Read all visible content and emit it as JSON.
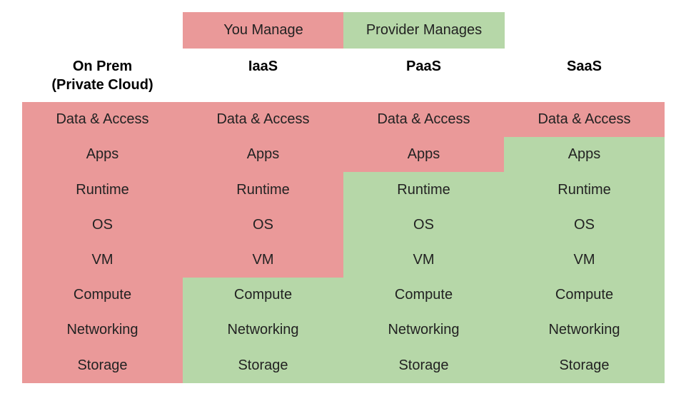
{
  "legend": {
    "you_manage": "You Manage",
    "provider_manages": "Provider Manages"
  },
  "colors": {
    "you_manage": "#ea9999",
    "provider_manages": "#b6d7a8"
  },
  "columns": [
    {
      "line1": "On Prem",
      "line2": "(Private Cloud)",
      "you_manage_layers": 8
    },
    {
      "line1": "IaaS",
      "line2": "",
      "you_manage_layers": 5
    },
    {
      "line1": "PaaS",
      "line2": "",
      "you_manage_layers": 2
    },
    {
      "line1": "SaaS",
      "line2": "",
      "you_manage_layers": 1
    }
  ],
  "layers": [
    "Data & Access",
    "Apps",
    "Runtime",
    "OS",
    "VM",
    "Compute",
    "Networking",
    "Storage"
  ]
}
